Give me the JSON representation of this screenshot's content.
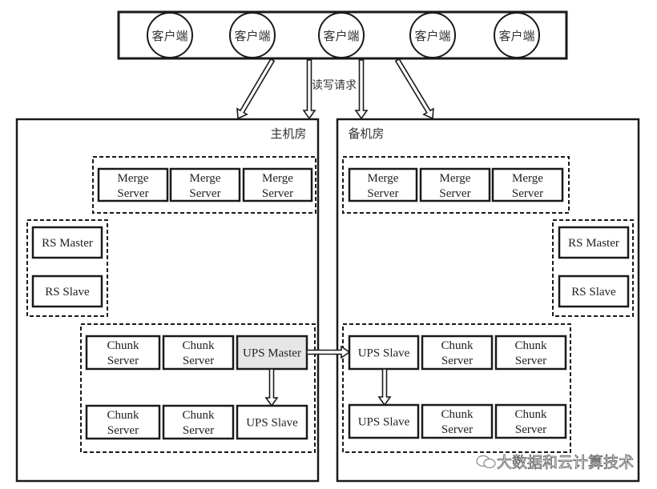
{
  "clients": {
    "label": "客户端",
    "count": 5
  },
  "request_label": "读写请求",
  "rooms": [
    {
      "id": "primary",
      "title": "主机房",
      "merge_servers": [
        {
          "line1": "Merge",
          "line2": "Server"
        },
        {
          "line1": "Merge",
          "line2": "Server"
        },
        {
          "line1": "Merge",
          "line2": "Server"
        }
      ],
      "rs": [
        {
          "label": "RS Master"
        },
        {
          "label": "RS Slave"
        }
      ],
      "chunk_group": {
        "row1": [
          {
            "type": "chunk",
            "line1": "Chunk",
            "line2": "Server"
          },
          {
            "type": "chunk",
            "line1": "Chunk",
            "line2": "Server"
          },
          {
            "type": "ups",
            "label": "UPS Master",
            "highlight": true
          }
        ],
        "row2": [
          {
            "type": "chunk",
            "line1": "Chunk",
            "line2": "Server"
          },
          {
            "type": "chunk",
            "line1": "Chunk",
            "line2": "Server"
          },
          {
            "type": "ups",
            "label": "UPS Slave",
            "highlight": false
          }
        ]
      }
    },
    {
      "id": "backup",
      "title": "备机房",
      "merge_servers": [
        {
          "line1": "Merge",
          "line2": "Server"
        },
        {
          "line1": "Merge",
          "line2": "Server"
        },
        {
          "line1": "Merge",
          "line2": "Server"
        }
      ],
      "rs": [
        {
          "label": "RS Master"
        },
        {
          "label": "RS Slave"
        }
      ],
      "chunk_group": {
        "row1": [
          {
            "type": "ups",
            "label": "UPS Slave",
            "highlight": false
          },
          {
            "type": "chunk",
            "line1": "Chunk",
            "line2": "Server"
          },
          {
            "type": "chunk",
            "line1": "Chunk",
            "line2": "Server"
          }
        ],
        "row2": [
          {
            "type": "ups",
            "label": "UPS Slave",
            "highlight": false
          },
          {
            "type": "chunk",
            "line1": "Chunk",
            "line2": "Server"
          },
          {
            "type": "chunk",
            "line1": "Chunk",
            "line2": "Server"
          }
        ]
      }
    }
  ],
  "watermark": "大数据和云计算技术",
  "colors": {
    "stroke": "#1a1a1a",
    "highlight_fill": "#e6e6e6",
    "background": "#ffffff"
  }
}
